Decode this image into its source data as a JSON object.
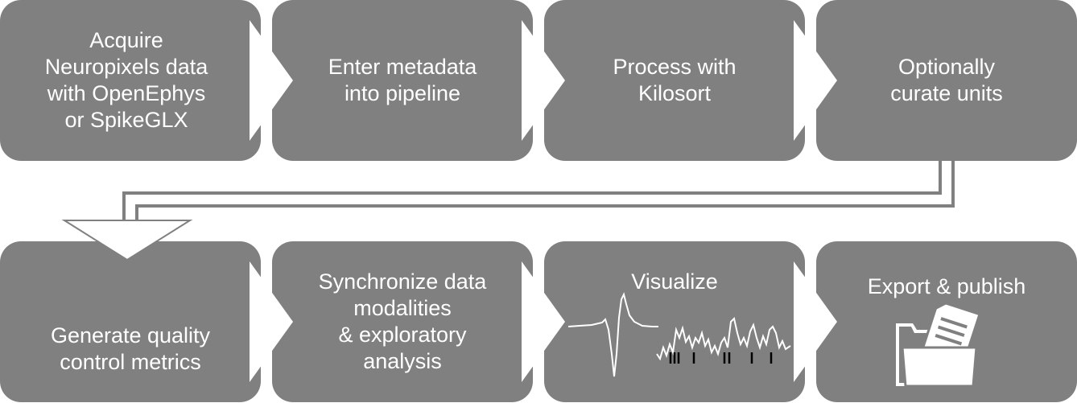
{
  "colors": {
    "box": "#808080",
    "arrow": "#ffffff",
    "text": "#ffffff"
  },
  "steps": [
    {
      "label": "Acquire\nNeuropixels data\nwith OpenEphys\nor SpikeGLX"
    },
    {
      "label": "Enter metadata\ninto pipeline"
    },
    {
      "label": "Process with\nKilosort"
    },
    {
      "label": "Optionally\ncurate units"
    },
    {
      "label": "Generate quality\ncontrol metrics"
    },
    {
      "label": "Synchronize data\nmodalities\n& exploratory\nanalysis"
    },
    {
      "label": "Visualize",
      "icon": "waveform-and-spike-raster-icon"
    },
    {
      "label": "Export & publish",
      "icon": "folder-document-icon"
    }
  ]
}
